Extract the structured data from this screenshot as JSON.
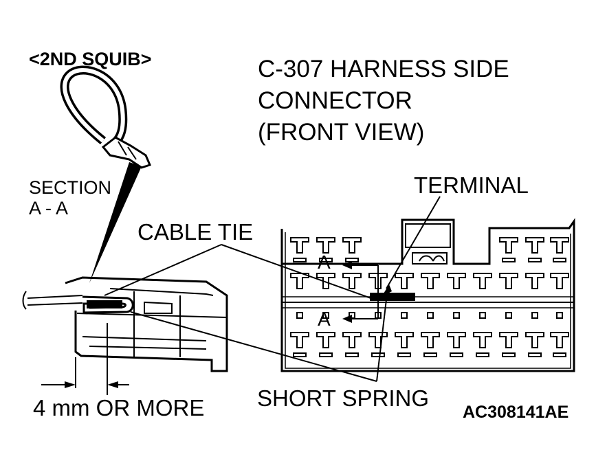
{
  "labels": {
    "squib": "<2ND SQUIB>",
    "title_line1": "C-307 HARNESS SIDE",
    "title_line2": "CONNECTOR",
    "title_line3": "(FRONT VIEW)",
    "section_line1": "SECTION",
    "section_line2": "A - A",
    "cable_tie": "CABLE TIE",
    "terminal": "TERMINAL",
    "short_spring": "SHORT SPRING",
    "dimension": "4 mm OR MORE",
    "figure_code": "AC308141AE",
    "section_mark_upper": "A",
    "section_mark_lower": "A"
  },
  "colors": {
    "ink": "#000000",
    "paper": "#ffffff"
  }
}
